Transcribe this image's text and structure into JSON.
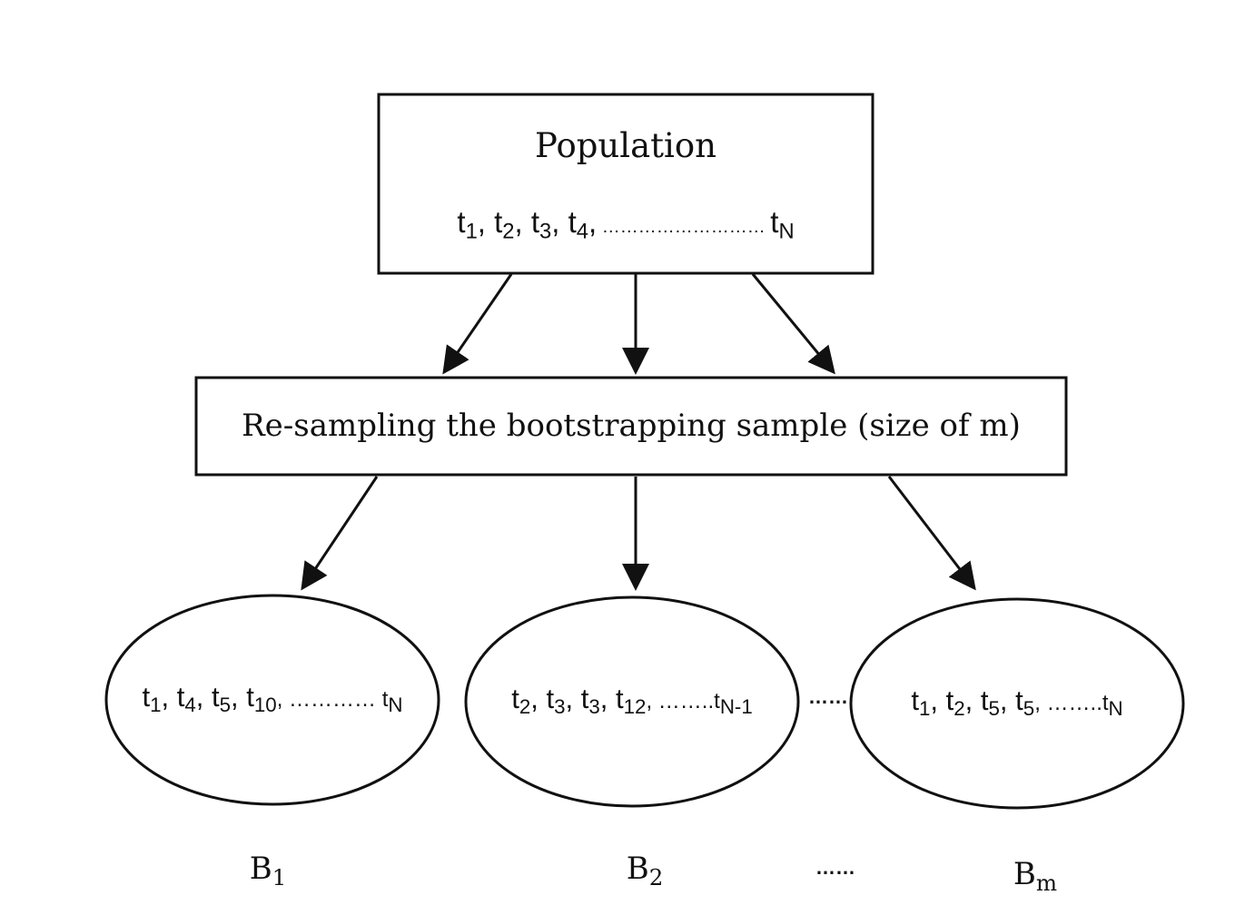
{
  "population": {
    "title": "Population",
    "sequence": {
      "t1": "t",
      "s1": "1",
      "c1": ",",
      "t2": " t",
      "s2": "2",
      "c2": ",",
      "t3": " t",
      "s3": "3",
      "c3": ",",
      "t4": " t",
      "s4": "4",
      "c4": ",",
      "dots": " ……………………… ",
      "tN": "t",
      "sN": "N"
    }
  },
  "resampling": {
    "label": "Re-sampling the bootstrapping sample (size of m)"
  },
  "samples": [
    {
      "seq": {
        "a": "t",
        "sa": "1",
        "b": ", t",
        "sb": "4",
        "c": ", t",
        "sc": "5",
        "d": ", t",
        "sd": "10",
        "e": ", ………… t",
        "se": "N"
      },
      "label": "B",
      "label_sub": "1"
    },
    {
      "seq": {
        "a": "t",
        "sa": "2",
        "b": ", t",
        "sb": "3",
        "c": ", t",
        "sc": "3",
        "d": ", t",
        "sd": "12",
        "e": ", ……..t",
        "se": "N-1"
      },
      "label": "B",
      "label_sub": "2"
    },
    {
      "seq": {
        "a": "t",
        "sa": "1",
        "b": ", t",
        "sb": "2",
        "c": ", t",
        "sc": "5",
        "d": ", t",
        "sd": "5",
        "e": ", ……..t",
        "se": "N"
      },
      "label": "B",
      "label_sub": "m"
    }
  ],
  "ellipsis_between": "……",
  "ellipsis_labels": "……"
}
